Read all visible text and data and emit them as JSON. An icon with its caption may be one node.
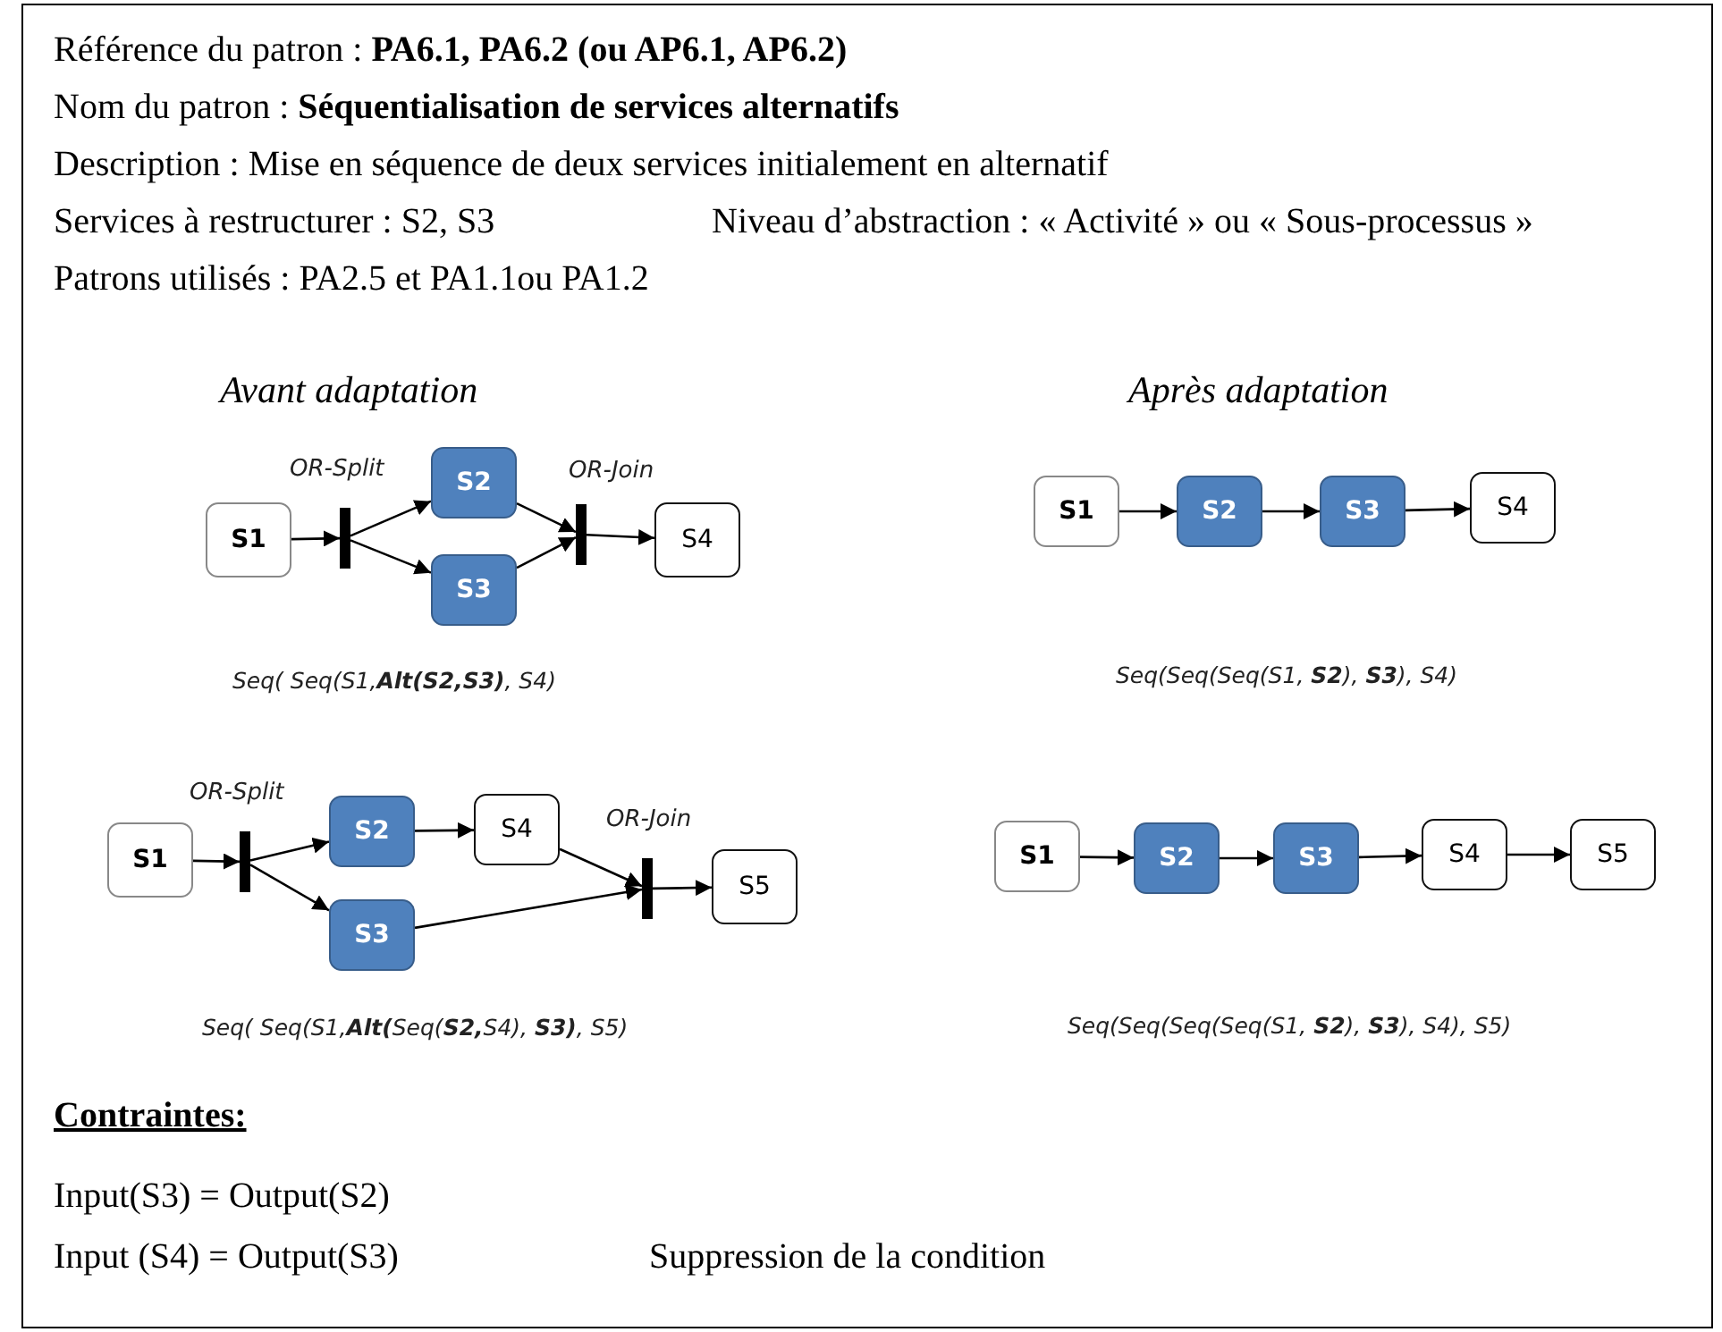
{
  "diagram": {
    "nodes": [
      {
        "text": [
          "S1"
        ]
      },
      {
        "text": [],
        "shape": "bar",
        "beside": [
          "OR-Split"
        ]
      },
      {
        "text": [
          "S2"
        ]
      },
      {
        "text": [
          "S3"
        ]
      },
      {
        "text": [],
        "shape": "bar",
        "beside": [
          "OR-Join"
        ]
      },
      {
        "text": [
          "S4"
        ]
      },
      {
        "text": [
          "S1"
        ]
      },
      {
        "text": [
          "S2"
        ]
      },
      {
        "text": [
          "S3"
        ]
      },
      {
        "text": [
          "S4"
        ]
      },
      {
        "text": [
          "S1"
        ]
      },
      {
        "text": [],
        "shape": "bar",
        "beside": [
          "OR-Split"
        ]
      },
      {
        "text": [
          "S2"
        ]
      },
      {
        "text": [
          "S4"
        ]
      },
      {
        "text": [
          "S3"
        ]
      },
      {
        "text": [],
        "shape": "bar",
        "beside": [
          "OR-Join"
        ]
      },
      {
        "text": [
          "S5"
        ]
      },
      {
        "text": [
          "S1"
        ]
      },
      {
        "text": [
          "S2"
        ]
      },
      {
        "text": [
          "S3"
        ]
      },
      {
        "text": [
          "S4"
        ]
      },
      {
        "text": [
          "S5"
        ]
      }
    ],
    "edges": [
      {
        "from": 0,
        "to": 1,
        "arrow": "to"
      },
      {
        "from": 1,
        "to": 2,
        "arrow": "to"
      },
      {
        "from": 1,
        "to": 3,
        "arrow": "to"
      },
      {
        "from": 2,
        "to": 4,
        "arrow": "to"
      },
      {
        "from": 3,
        "to": 4,
        "arrow": "to"
      },
      {
        "from": 4,
        "to": 5,
        "arrow": "to"
      },
      {
        "from": 6,
        "to": 7,
        "arrow": "to"
      },
      {
        "from": 7,
        "to": 8,
        "arrow": "to"
      },
      {
        "from": 8,
        "to": 9,
        "arrow": "to"
      },
      {
        "from": 10,
        "to": 11,
        "arrow": "to"
      },
      {
        "from": 11,
        "to": 12,
        "arrow": "to"
      },
      {
        "from": 11,
        "to": 14,
        "arrow": "to"
      },
      {
        "from": 12,
        "to": 13,
        "arrow": "to"
      },
      {
        "from": 13,
        "to": 15,
        "arrow": "to"
      },
      {
        "from": 14,
        "to": 15,
        "arrow": "to"
      },
      {
        "from": 15,
        "to": 16,
        "arrow": "to"
      },
      {
        "from": 17,
        "to": 18,
        "arrow": "to"
      },
      {
        "from": 18,
        "to": 19,
        "arrow": "to"
      },
      {
        "from": 19,
        "to": 20,
        "arrow": "to"
      },
      {
        "from": 20,
        "to": 21,
        "arrow": "to"
      }
    ],
    "labels": [
      "Référence du patron : **PA6.1, PA6.2 (ou AP6.1, AP6.2)**",
      "Nom du patron : **Séquentialisation de services alternatifs**",
      "Description : Mise en séquence de deux services initialement en alternatif",
      "Services à restructurer : S2, S3",
      "Niveau d’abstraction : « Activité » ou « Sous-processus »",
      "Patrons utilisés : PA2.5 et  PA1.1ou PA1.2",
      "Avant adaptation",
      "Après adaptation",
      "Seq( Seq(S1,**Alt(S2,S3)**,  S4)",
      "Seq(Seq(Seq(S1, **S2**), **S3**), S4)",
      "Seq( Seq(S1,**Alt(**Seq(**S2,**S4),  **S3)**, S5)",
      "Seq(Seq(Seq(Seq(S1, **S2**), **S3**), S4), S5)",
      "Contraintes:",
      "Input(S3) = Output(S2)",
      "Input (S4) = Output(S3)",
      "Suppression de la condition"
    ]
  }
}
